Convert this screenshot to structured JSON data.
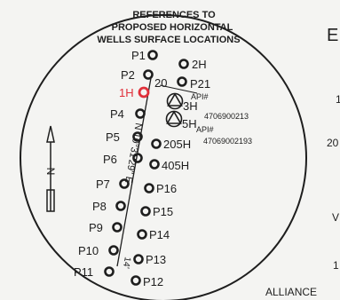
{
  "header": {
    "line1": "REFERENCES TO",
    "line2": "PROPOSED HORIZONTAL",
    "line3": "WELLS SURFACE LOCATIONS"
  },
  "wells": {
    "p1": "P1",
    "h2": "2H",
    "p2": "P2",
    "w20": "20",
    "p21": "P21",
    "h1": "1H",
    "h3": "3H",
    "p4": "P4",
    "h5": "5H",
    "p5": "P5",
    "h205": "205H",
    "p6": "P6",
    "h405": "405H",
    "p7": "P7",
    "p16": "P16",
    "p8": "P8",
    "p15": "P15",
    "p9": "P9",
    "p14": "P14",
    "p10": "P10",
    "p13": "P13",
    "p11": "P11",
    "p12": "P12"
  },
  "api": {
    "label_a": "API#",
    "number_a": "4706900213",
    "label_b": "API#",
    "number_b": "47069002193"
  },
  "bearing": {
    "text_a": "N 10°31'29\" E",
    "text_b": "14'"
  },
  "north_arrow": {
    "letter": "N"
  },
  "side_text": {
    "e": "E",
    "one_a": "1",
    "two_zero": "20",
    "v": "V",
    "one_b": "1",
    "alliance": "ALLIANCE"
  },
  "colors": {
    "marker": "#1e1e1e",
    "highlight": "#e0303a",
    "background": "#f4f4f2"
  }
}
